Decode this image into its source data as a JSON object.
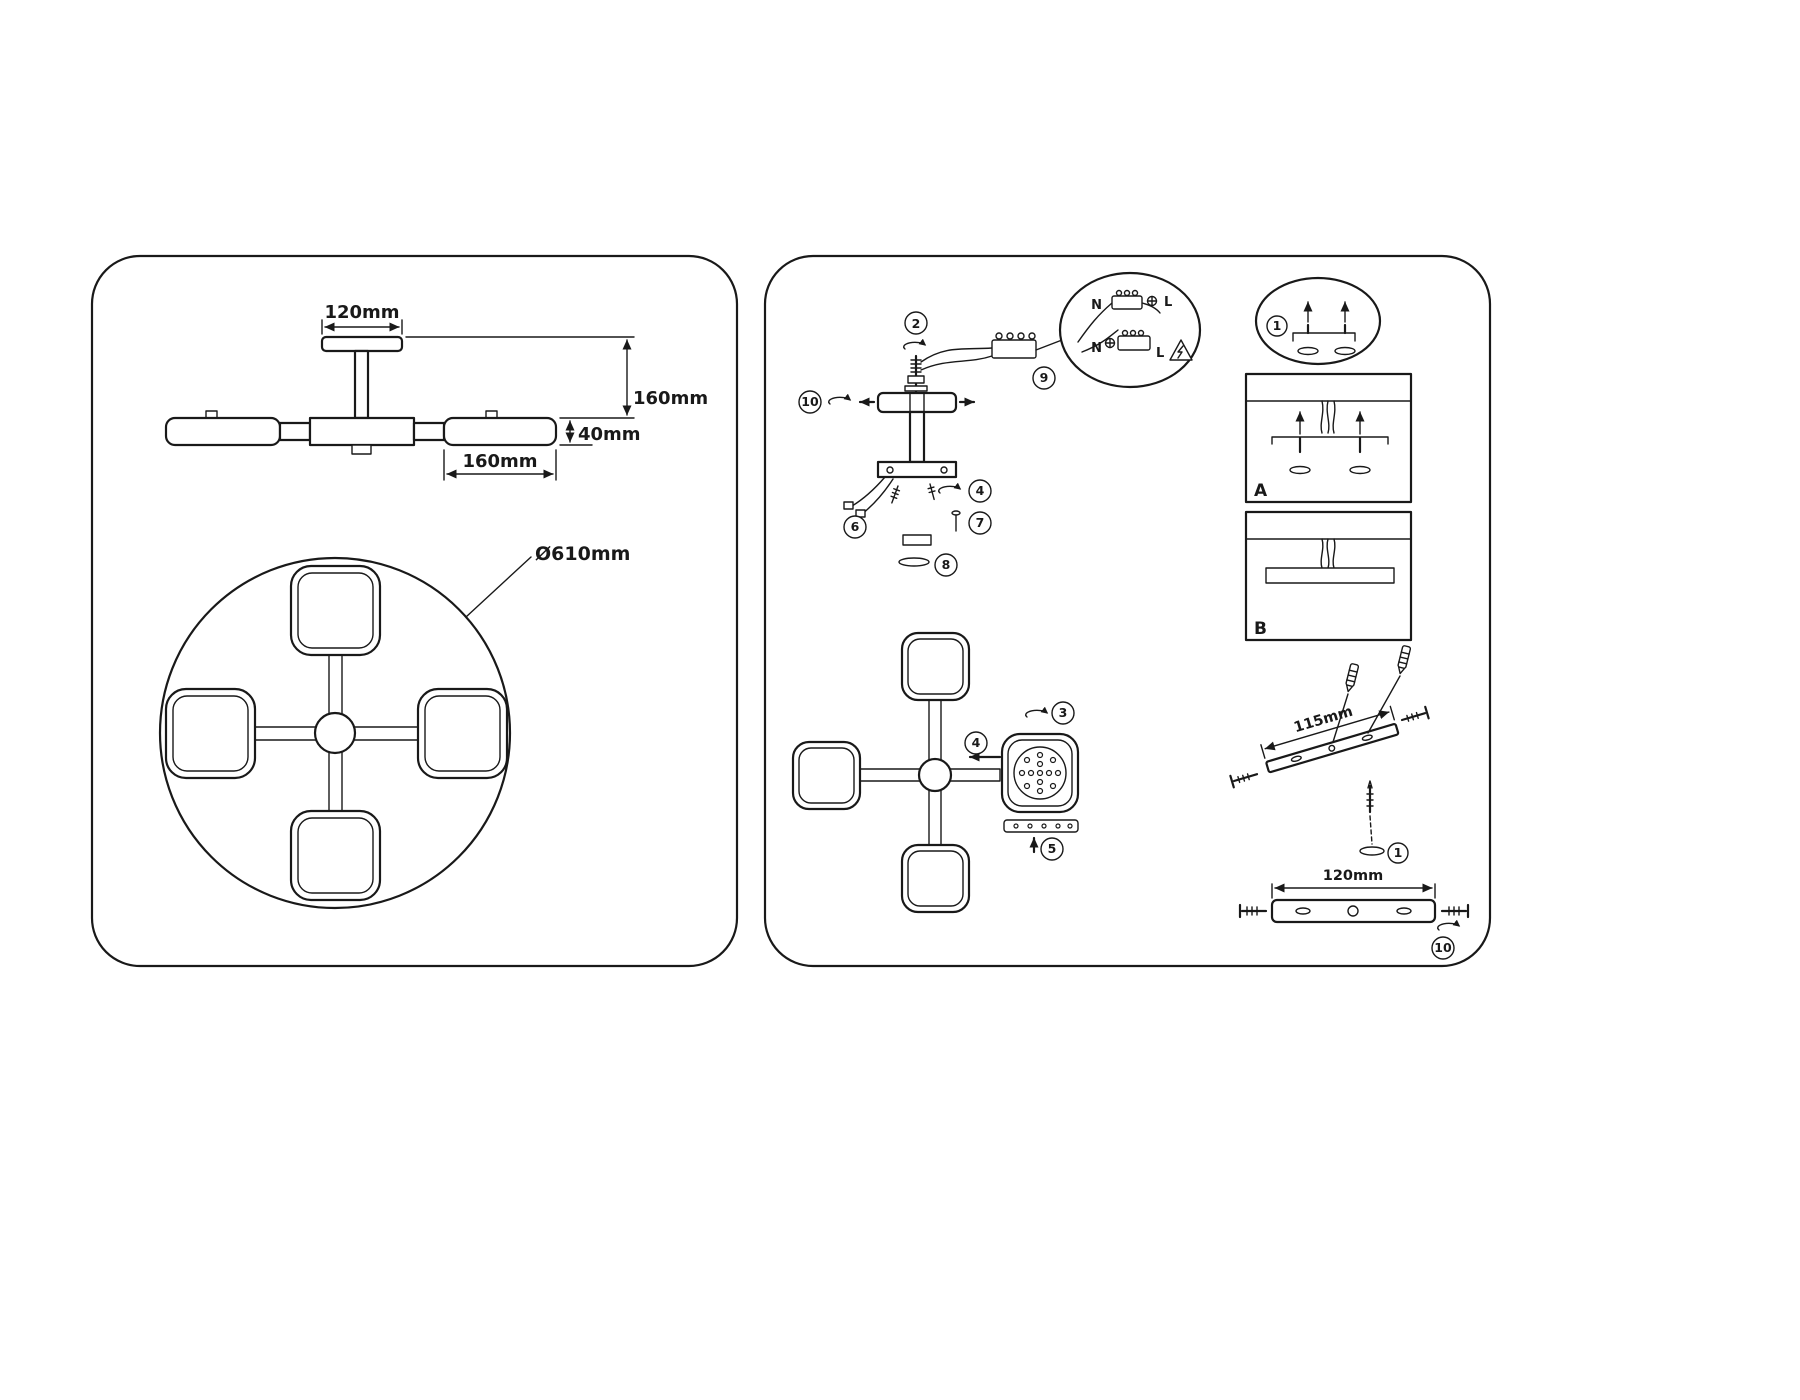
{
  "left_panel": {
    "dims": {
      "canopy_width": "120mm",
      "fixture_height": "160mm",
      "shade_thickness": "40mm",
      "shade_length": "160mm",
      "diameter": "Ø610mm"
    }
  },
  "right_panel": {
    "steps": {
      "s1": "1",
      "s2": "2",
      "s3": "3",
      "s4": "4",
      "s5": "5",
      "s6": "6",
      "s7": "7",
      "s8": "8",
      "s9": "9",
      "s10": "10"
    },
    "wiring": {
      "neutral_top": "N",
      "live_top": "L",
      "neutral_block": "N",
      "live_block": "L"
    },
    "options": {
      "a": "A",
      "b": "B"
    },
    "dims": {
      "bracket_length": "115mm",
      "bracket_front_length": "120mm"
    }
  }
}
